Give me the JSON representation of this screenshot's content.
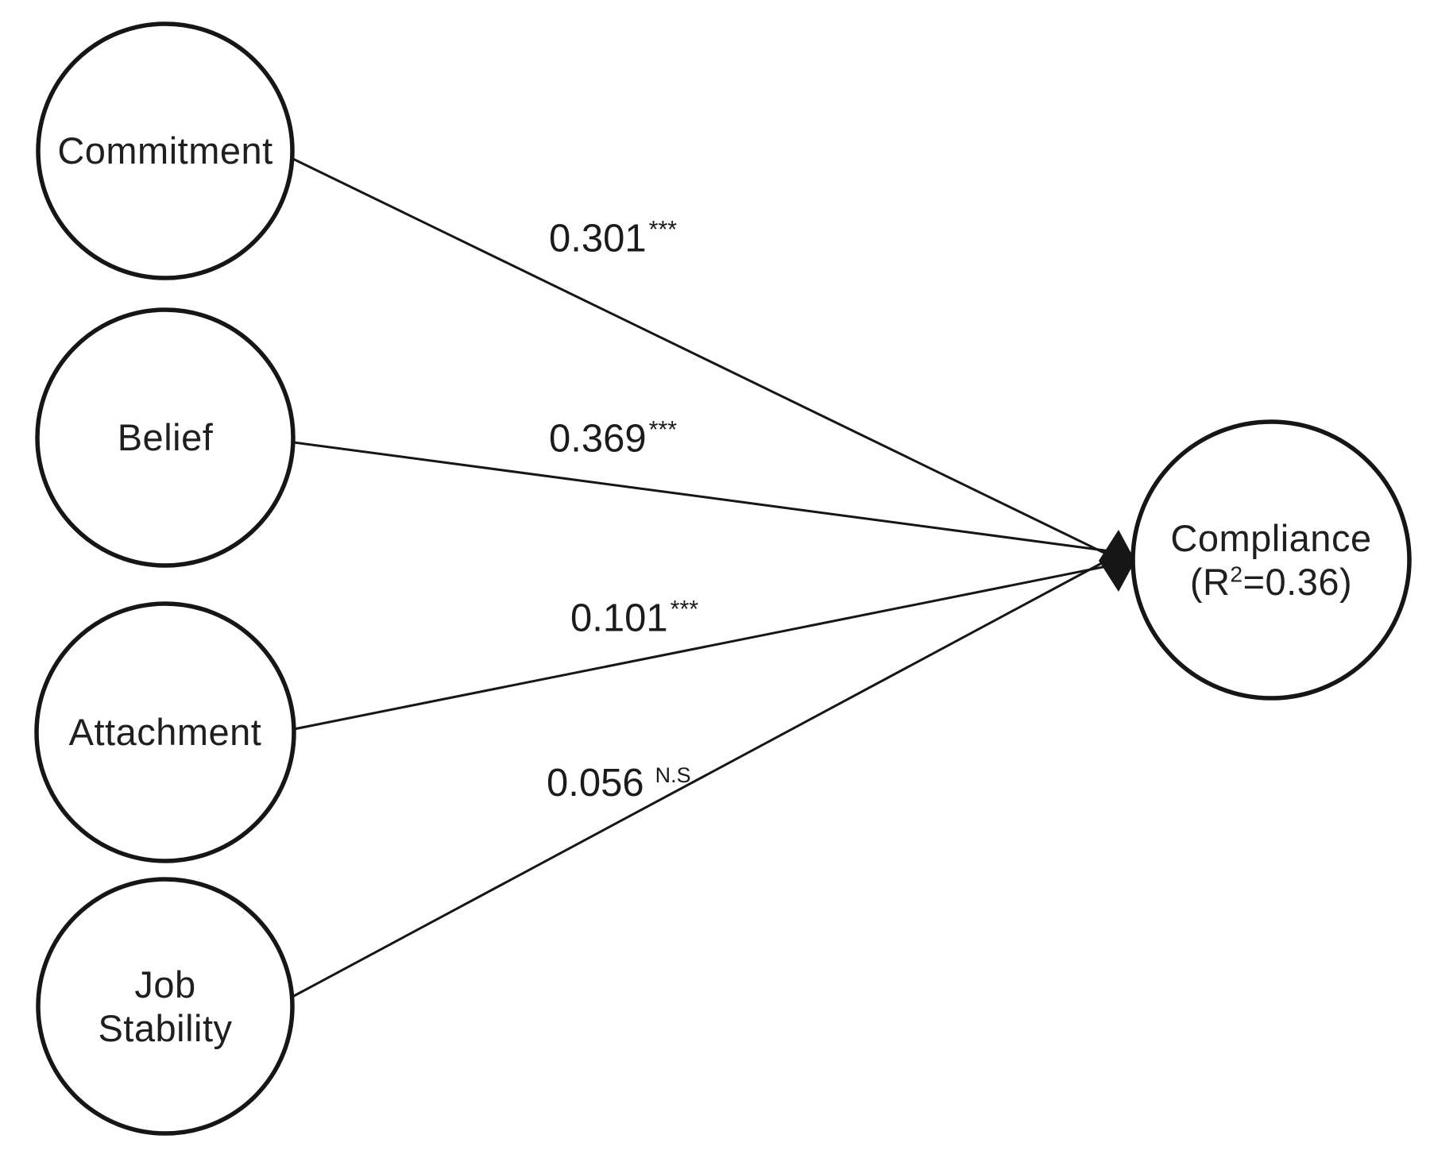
{
  "diagram": {
    "type": "structural-path-model",
    "background_color": "#ffffff",
    "stroke_color": "#161616",
    "text_color": "#1f1f1f",
    "nodes": [
      {
        "id": "commitment",
        "label": "Commitment"
      },
      {
        "id": "belief",
        "label": "Belief"
      },
      {
        "id": "attachment",
        "label": "Attachment"
      },
      {
        "id": "job-stability",
        "label": "Job",
        "label_line2": "Stability"
      },
      {
        "id": "compliance",
        "label": "Compliance",
        "r2_prefix": "(R",
        "r2_sup": "2",
        "r2_suffix": "=0.36)"
      }
    ],
    "paths": [
      {
        "from": "Commitment",
        "to": "Compliance",
        "coefficient": "0.301",
        "significance": "***"
      },
      {
        "from": "Belief",
        "to": "Compliance",
        "coefficient": "0.369",
        "significance": "***"
      },
      {
        "from": "Attachment",
        "to": "Compliance",
        "coefficient": "0.101",
        "significance": "***"
      },
      {
        "from": "Job Stability",
        "to": "Compliance",
        "coefficient": "0.056",
        "significance": "N.S"
      }
    ]
  }
}
